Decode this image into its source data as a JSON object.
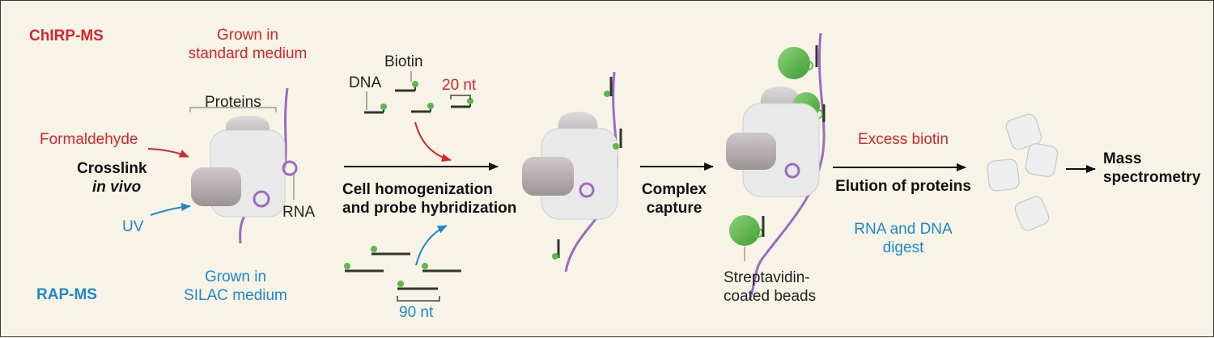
{
  "methods": {
    "top": "ChIRP-MS",
    "bottom": "RAP-MS"
  },
  "growth": {
    "standard": "Grown in\nstandard medium",
    "silac": "Grown in\nSILAC medium"
  },
  "crosslink": {
    "formaldehyde": "Formaldehyde",
    "uv": "UV",
    "label_line1": "Crosslink",
    "label_line2": "in vivo"
  },
  "molecules": {
    "proteins": "Proteins",
    "rna": "RNA",
    "biotin": "Biotin",
    "dna": "DNA",
    "probe_short": "20 nt",
    "probe_long": "90 nt"
  },
  "steps": {
    "homogenization": "Cell homogenization\nand probe hybridization",
    "capture": "Complex\ncapture",
    "beads": "Streptavidin-\ncoated beads",
    "excess_biotin": "Excess biotin",
    "elution": "Elution of proteins",
    "digest": "RNA and DNA\ndigest",
    "mass_spec": "Mass\nspectrometry"
  },
  "colors": {
    "red": "#d6262b",
    "blue": "#1f88c9",
    "rna": "#9a6cc0",
    "bead": "#5cb848",
    "protein": "#e9e9ea",
    "dark_protein": "#b3abad",
    "background": "#f7f3e6"
  }
}
